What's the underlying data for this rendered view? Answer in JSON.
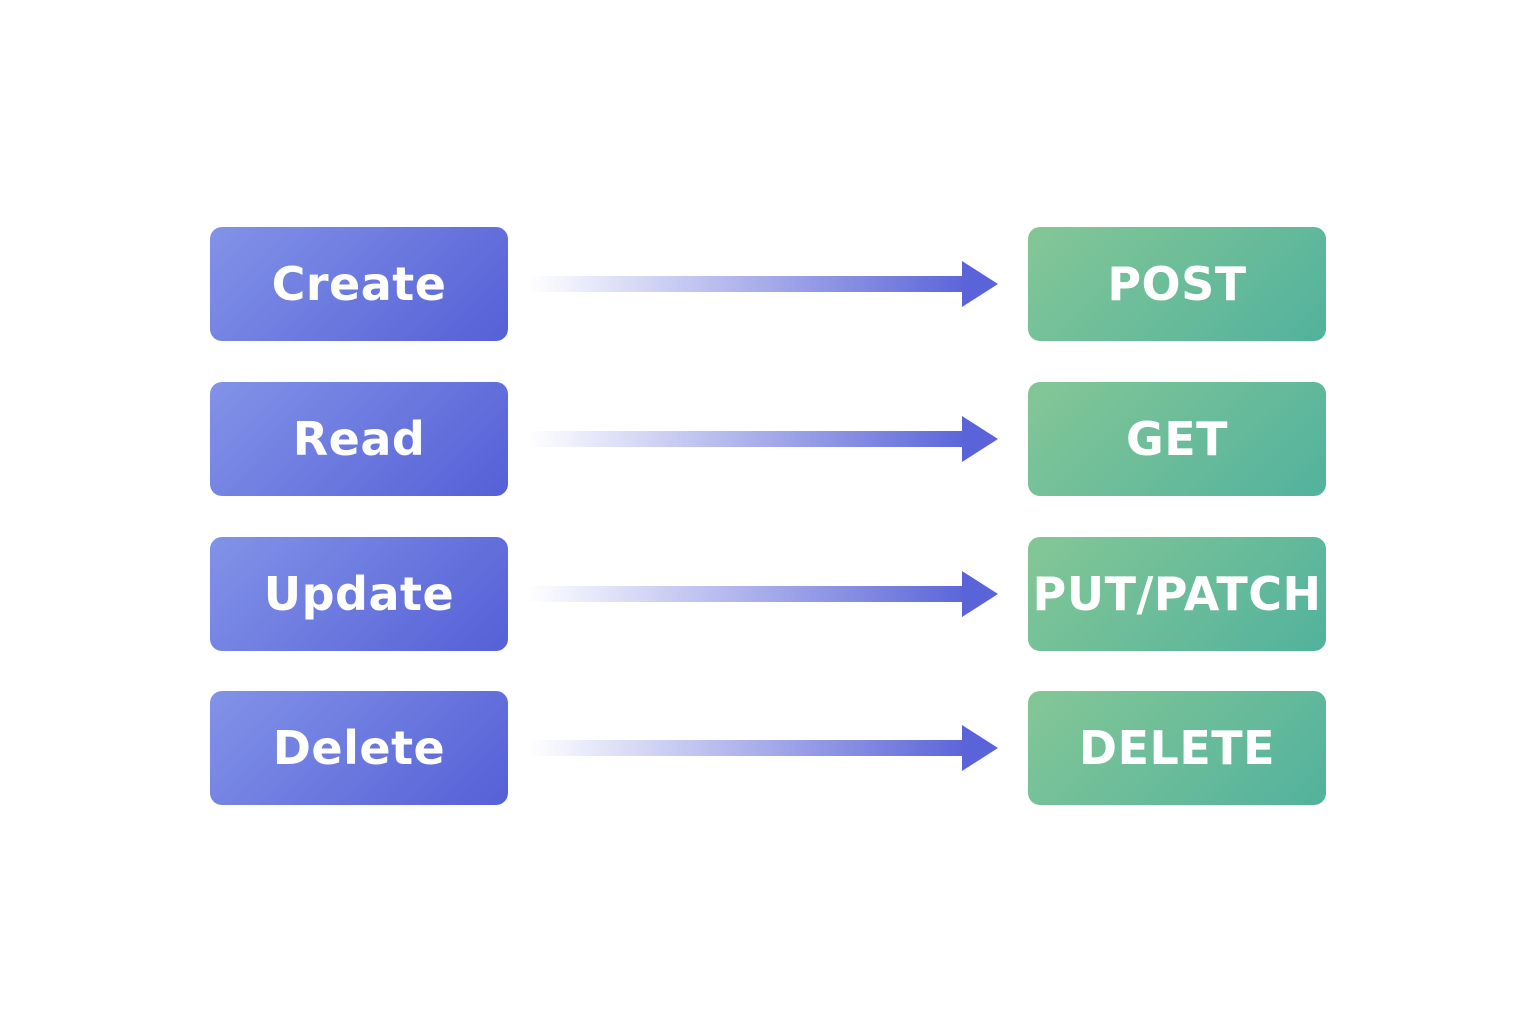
{
  "colors": {
    "operation_light": "#8293e8",
    "operation_dark": "#5560d6",
    "method_light": "#84c796",
    "method_dark": "#52b29d",
    "arrow": "#5a64d8"
  },
  "mappings": [
    {
      "operation": "Create",
      "method": "POST"
    },
    {
      "operation": "Read",
      "method": "GET"
    },
    {
      "operation": "Update",
      "method": "PUT/PATCH"
    },
    {
      "operation": "Delete",
      "method": "DELETE"
    }
  ]
}
